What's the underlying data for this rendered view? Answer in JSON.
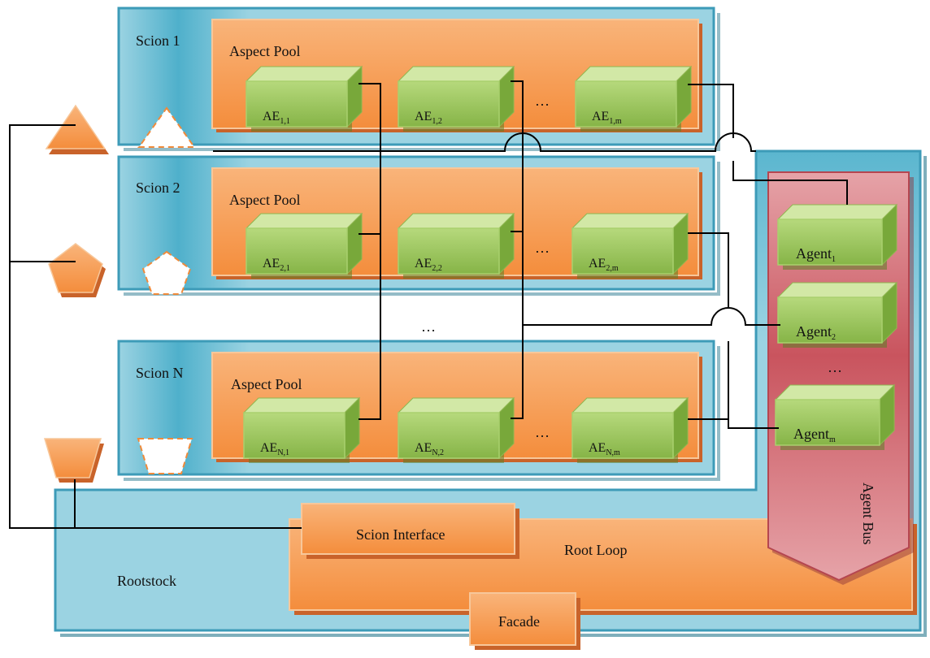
{
  "scions": [
    {
      "label": "Scion 1",
      "pool_label": "Aspect Pool",
      "shape": "triangle",
      "elements": [
        {
          "base": "AE",
          "sub": "1,1"
        },
        {
          "base": "AE",
          "sub": "1,2"
        },
        {
          "base": "AE",
          "sub": "1,m"
        }
      ]
    },
    {
      "label": "Scion 2",
      "pool_label": "Aspect Pool",
      "shape": "pentagon",
      "elements": [
        {
          "base": "AE",
          "sub": "2,1"
        },
        {
          "base": "AE",
          "sub": "2,2"
        },
        {
          "base": "AE",
          "sub": "2,m"
        }
      ]
    },
    {
      "label": "Scion N",
      "pool_label": "Aspect Pool",
      "shape": "trapezoid",
      "elements": [
        {
          "base": "AE",
          "sub": "N,1"
        },
        {
          "base": "AE",
          "sub": "N,2"
        },
        {
          "base": "AE",
          "sub": "N,m"
        }
      ]
    }
  ],
  "ellipsis": "…",
  "agents": [
    {
      "base": "Agent",
      "sub": "1"
    },
    {
      "base": "Agent",
      "sub": "2"
    },
    {
      "base": "Agent",
      "sub": "m"
    }
  ],
  "agent_bus": {
    "label": "Agent Bus"
  },
  "rootstock": {
    "label": "Rootstock",
    "root_loop": "Root Loop",
    "scion_interface": "Scion Interface",
    "facade": "Facade"
  },
  "colors": {
    "panel_blue": "#5bb6cf",
    "panel_light": "#9bd3e2",
    "orange": "#f6a15a",
    "orange_dark": "#e0702a",
    "green": "#9cc75c",
    "green_top": "#cbe49a",
    "green_side": "#6e9a2e",
    "bus_red": "#c9545e",
    "bus_light": "#e6a3a8"
  }
}
